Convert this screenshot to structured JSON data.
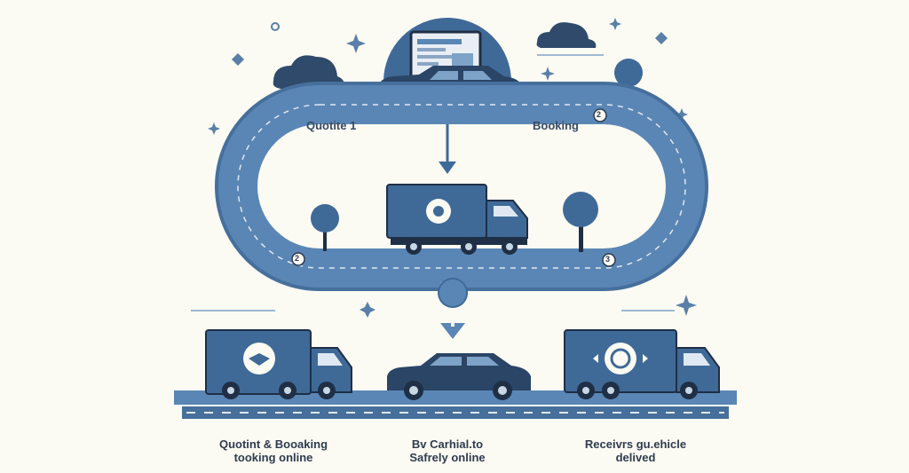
{
  "colors": {
    "background": "#fbfbf3",
    "road": "#5a86b5",
    "road_dark": "#466f9c",
    "vehicle_body": "#3f6a98",
    "vehicle_dark": "#1f2f45",
    "sky": "#2f4a6a",
    "accent": "#7ea3c8"
  },
  "loop": {
    "label_left": "Quotite 1",
    "label_right": "Booking",
    "badge_top_right": "2",
    "badge_bottom_left": "2",
    "badge_bottom_right": "3"
  },
  "steps": [
    {
      "line1": "Quotint & Booaking",
      "line2": "tooking online"
    },
    {
      "line1": "Bv Carhial.to",
      "line2": "Safrely online"
    },
    {
      "line1": "Receivrs gu.ehicle",
      "line2": "delived"
    }
  ],
  "icons": [
    "laptop-icon",
    "car-icon",
    "truck-icon",
    "cloud-icon",
    "tree-icon",
    "sparkle-icon",
    "location-pin-icon",
    "arrow-down-icon"
  ]
}
